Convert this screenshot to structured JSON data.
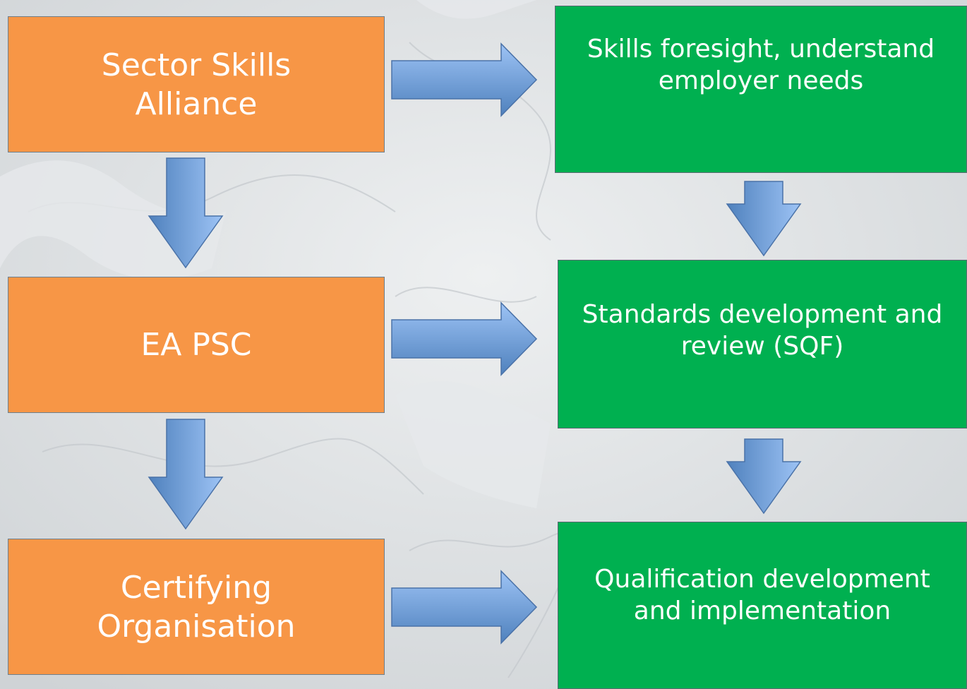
{
  "left_column": [
    {
      "lines": [
        "Sector Skills",
        "Alliance"
      ]
    },
    {
      "lines": [
        "EA PSC"
      ]
    },
    {
      "lines": [
        "Certifying",
        "Organisation"
      ]
    }
  ],
  "right_column": [
    {
      "lines": [
        "Skills foresight, understand",
        "employer needs"
      ]
    },
    {
      "lines": [
        "Standards development and",
        "review (SQF)"
      ]
    },
    {
      "lines": [
        "Qualification development",
        "and implementation"
      ]
    }
  ],
  "colors": {
    "orange_box": "#f79646",
    "green_box": "#00b050",
    "arrow_fill_top": "#4f81bd",
    "arrow_fill_bottom": "#9dc3f5",
    "background": "#dcdfe1"
  },
  "icons": [
    "arrow-right",
    "arrow-down"
  ]
}
